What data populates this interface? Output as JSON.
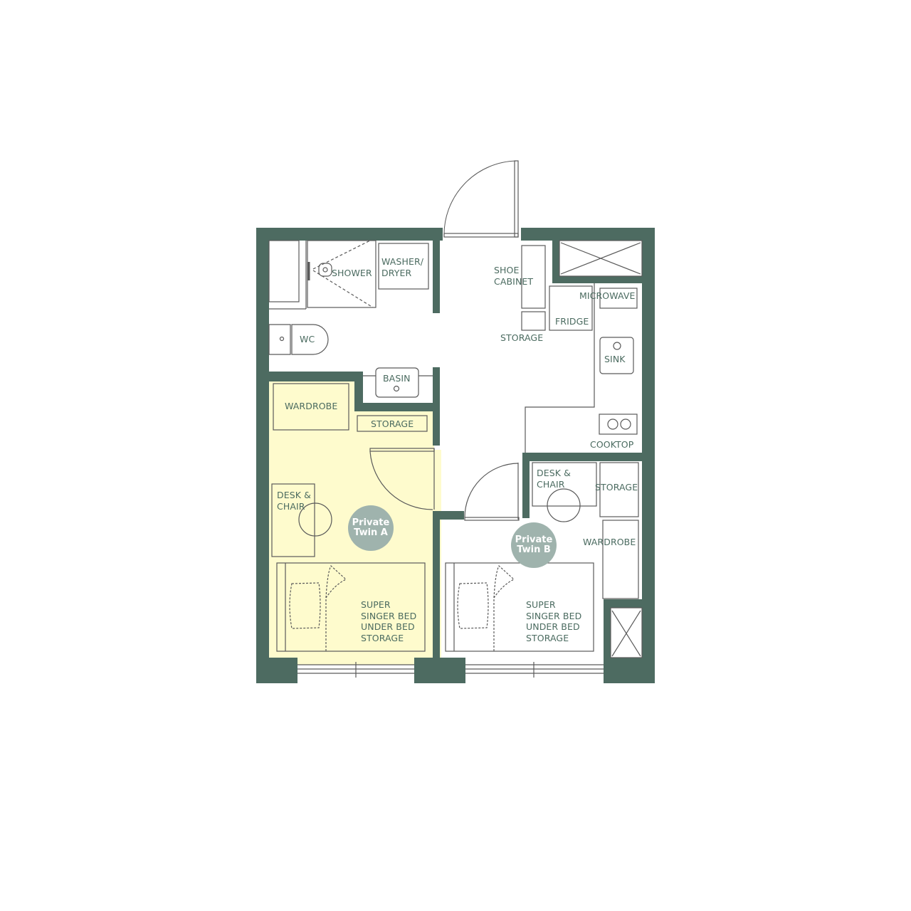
{
  "colors": {
    "wall": "#4d6b61",
    "highlight_room": "#fefbcd",
    "badge": "#9fb3ad",
    "label_text": "#4b6b60",
    "fixture_line": "#5a5a5a"
  },
  "rooms": {
    "private_twin_a": {
      "badge": "Private\nTwin A",
      "badge_line1": "Private",
      "badge_line2": "Twin A",
      "highlighted": true
    },
    "private_twin_b": {
      "badge": "Private\nTwin B",
      "badge_line1": "Private",
      "badge_line2": "Twin B",
      "highlighted": false
    }
  },
  "labels": {
    "shower": "SHOWER",
    "washer_dryer_1": "WASHER/",
    "washer_dryer_2": "DRYER",
    "wc": "WC",
    "basin": "BASIN",
    "shoe_cabinet_1": "SHOE",
    "shoe_cabinet_2": "CABINET",
    "storage_entry": "STORAGE",
    "fridge": "FRIDGE",
    "microwave": "MICROWAVE",
    "sink": "SINK",
    "cooktop": "COOKTOP",
    "wardrobe_a": "WARDROBE",
    "storage_a": "STORAGE",
    "desk_a_1": "DESK &",
    "desk_a_2": "CHAIR",
    "bed_a_1": "SUPER",
    "bed_a_2": "SINGER BED",
    "bed_a_3": "UNDER BED",
    "bed_a_4": "STORAGE",
    "desk_b_1": "DESK &",
    "desk_b_2": "CHAIR",
    "storage_b": "STORAGE",
    "wardrobe_b": "WARDROBE",
    "bed_b_1": "SUPER",
    "bed_b_2": "SINGER BED",
    "bed_b_3": "UNDER BED",
    "bed_b_4": "STORAGE"
  }
}
